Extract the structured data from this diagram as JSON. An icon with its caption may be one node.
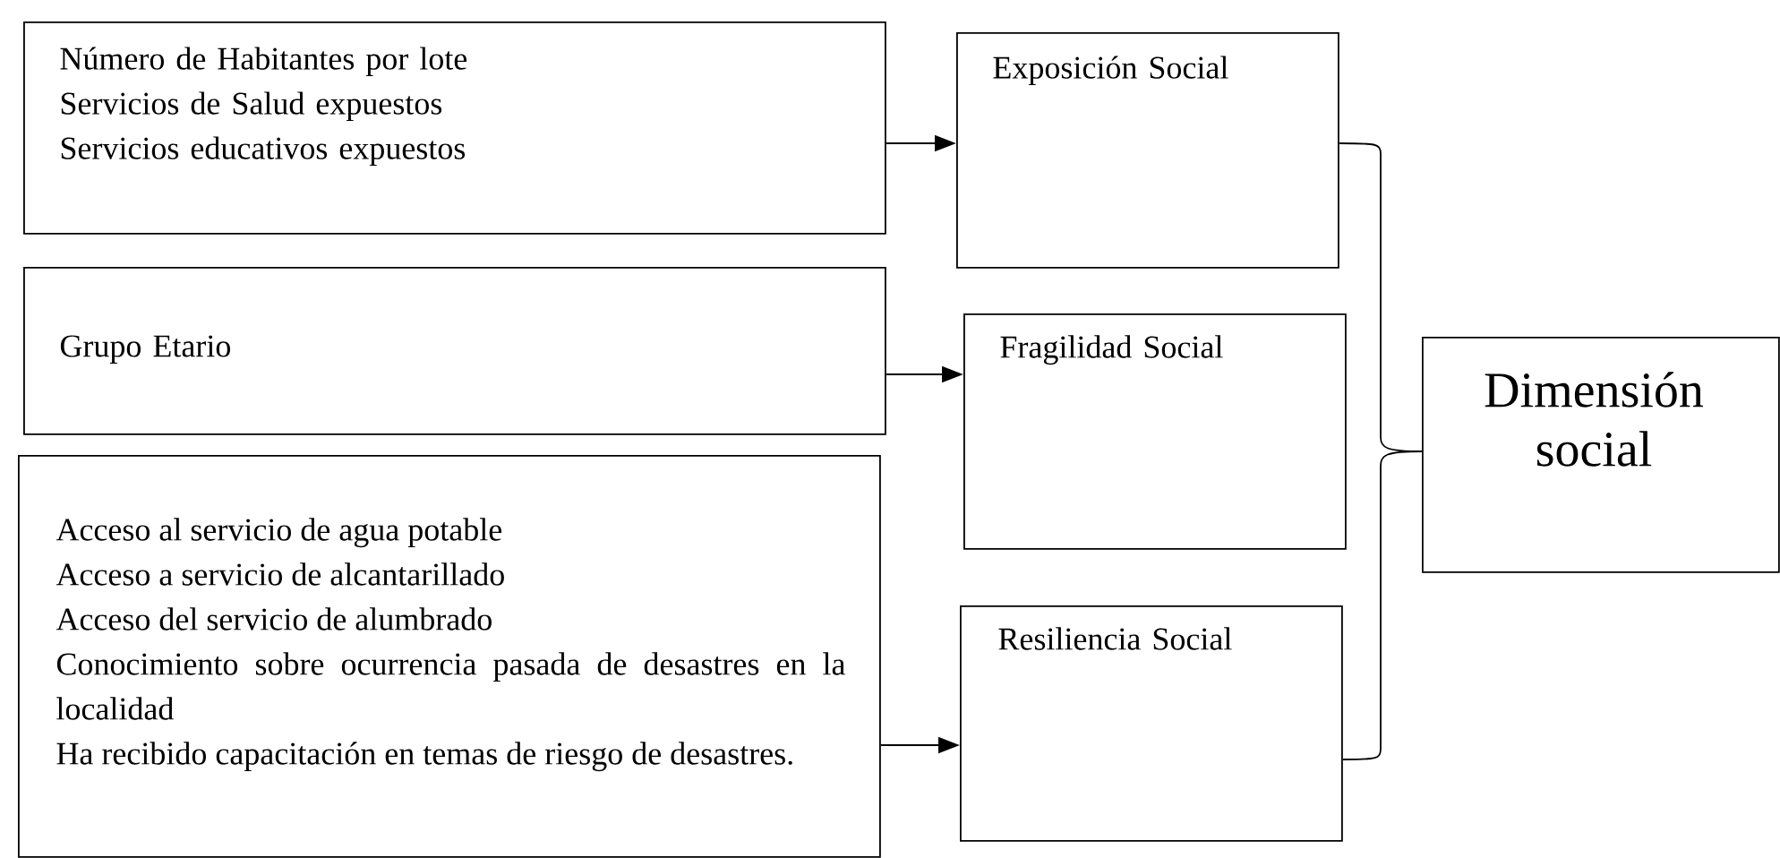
{
  "diagram": {
    "nodes": [
      {
        "text": [
          "Número de Habitantes por lote",
          "Servicios de Salud expuestos",
          "Servicios educativos expuestos"
        ]
      },
      {
        "text": [
          "Grupo Etario"
        ]
      },
      {
        "text": [
          "Acceso al servicio de agua potable",
          "Acceso a servicio de alcantarillado",
          "Acceso del servicio de alumbrado",
          "Conocimiento sobre ocurrencia pasada de desastres en la localidad",
          "Ha recibido capacitación en temas de riesgo de desastres."
        ]
      },
      {
        "text": [
          "Exposición Social"
        ]
      },
      {
        "text": [
          "Fragilidad Social"
        ]
      },
      {
        "text": [
          "Resiliencia Social"
        ]
      },
      {
        "text": [
          "Dimensión social"
        ]
      }
    ],
    "edges": [
      {
        "from": 0,
        "to": 3,
        "arrow": "to"
      },
      {
        "from": 1,
        "to": 4,
        "arrow": "to"
      },
      {
        "from": 2,
        "to": 5,
        "arrow": "to"
      },
      {
        "from": 3,
        "to": 6,
        "arrow": "none"
      },
      {
        "from": 5,
        "to": 6,
        "arrow": "none"
      }
    ]
  }
}
